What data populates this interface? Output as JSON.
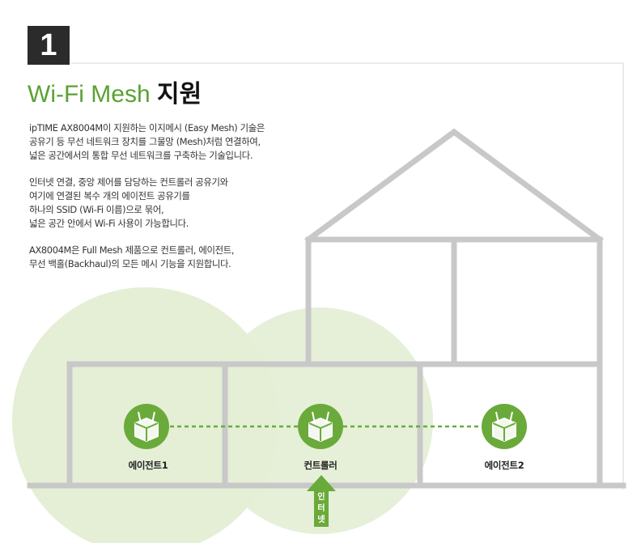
{
  "section": {
    "number": "1",
    "title_en": "Wi-Fi Mesh",
    "title_ko": "지원"
  },
  "description": {
    "paragraph1": [
      "ipTIME AX8004M이 지원하는 이지메시 (Easy Mesh) 기술은",
      "공유기 등 무선 네트워크 장치를 그물망 (Mesh)처럼 연결하여,",
      "넓은 공간에서의 통합 무선 네트워크를 구축하는 기술입니다."
    ],
    "paragraph2": [
      "인터넷 연결, 중앙 제어를 담당하는 컨트롤러 공유기와",
      "여기에 연결된 복수 개의 에이전트 공유기를",
      "하나의 SSID (Wi-Fi 이름)으로 묶어,",
      "넓은 공간 안에서 Wi-Fi 사용이 가능합니다."
    ],
    "paragraph3": [
      "AX8004M은 Full Mesh 제품으로 컨트롤러, 에이전트,",
      "무선 백홀(Backhaul)의 모든 메시 기능을 지원합니다."
    ]
  },
  "diagram": {
    "nodes": [
      {
        "label": "에이전트1",
        "icon": "router-icon"
      },
      {
        "label": "컨트롤러",
        "icon": "router-icon"
      },
      {
        "label": "에이전트2",
        "icon": "router-icon"
      }
    ],
    "internet_arrow": [
      "인",
      "터",
      "넷"
    ],
    "colors": {
      "accent_green": "#6aaa3a",
      "coverage_green": "#e4efd6",
      "house_gray": "#c8c8c8",
      "link_dotted": "#6aaa3a"
    }
  }
}
